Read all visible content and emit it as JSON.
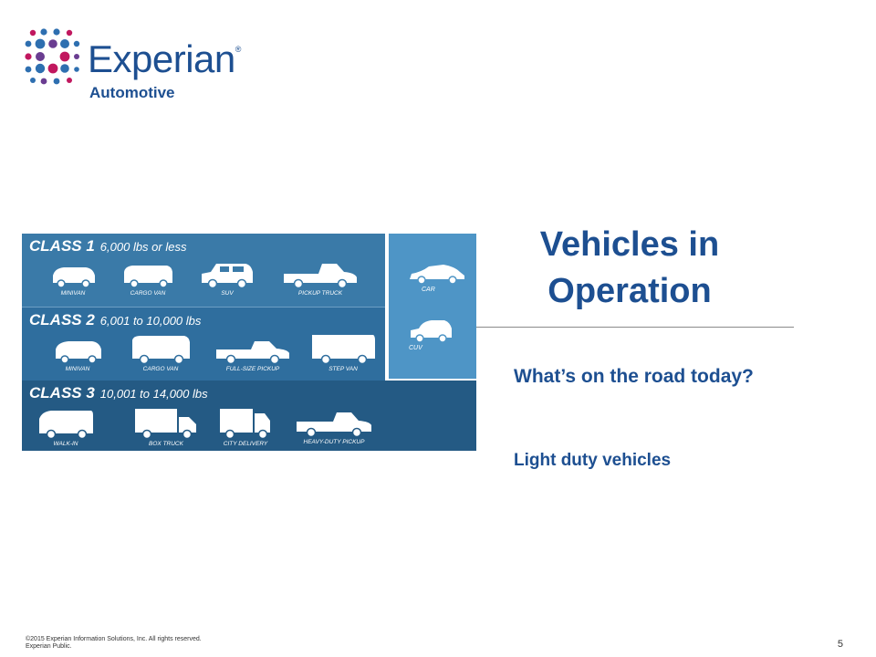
{
  "logo": {
    "name": "Experian",
    "mark": "®",
    "sub": "Automotive"
  },
  "colors": {
    "brand_blue": "#1d4f91",
    "magenta": "#c1185f",
    "light_blue": "#4e95c6"
  },
  "infographic": {
    "classes": [
      {
        "label": "CLASS 1",
        "range": "6,000 lbs or less",
        "vehicles": [
          "MINIVAN",
          "CARGO VAN",
          "SUV",
          "PICKUP TRUCK"
        ]
      },
      {
        "label": "CLASS 2",
        "range": "6,001 to 10,000 lbs",
        "vehicles": [
          "MINIVAN",
          "CARGO VAN",
          "FULL-SIZE PICKUP",
          "STEP VAN"
        ]
      },
      {
        "label": "CLASS 3",
        "range": "10,001 to 14,000 lbs",
        "vehicles": [
          "WALK-IN",
          "BOX TRUCK",
          "CITY DELIVERY",
          "HEAVY-DUTY PICKUP"
        ]
      }
    ],
    "side": [
      "CAR",
      "CUV"
    ]
  },
  "title": {
    "line1": "Vehicles in",
    "line2": "Operation"
  },
  "subtitle": "What’s on the road today?",
  "bullet": "Light duty vehicles",
  "footer": {
    "copyright": "©2015  Experian  Information  Solutions, Inc. All rights reserved.",
    "classification": "Experian  Public."
  },
  "page_number": "5"
}
